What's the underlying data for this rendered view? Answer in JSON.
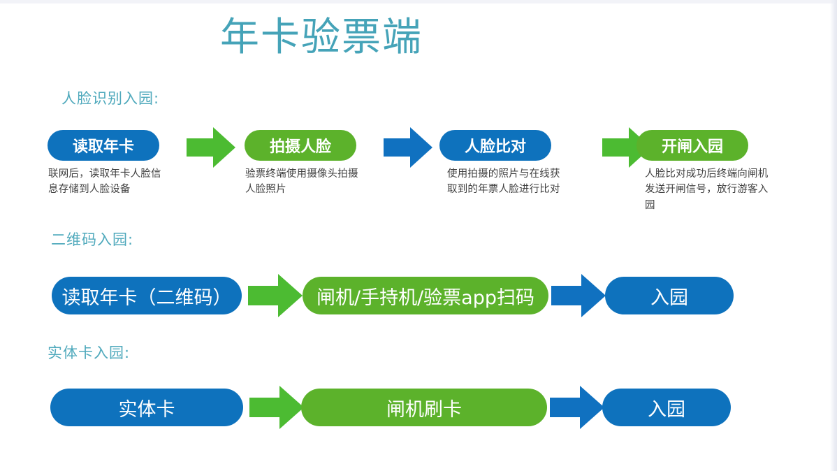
{
  "slide": {
    "title": "年卡验票端",
    "title_color": "#45A3B8",
    "background": "#ffffff"
  },
  "colors": {
    "blue": "#0E72BD",
    "green": "#5CB22B",
    "arrow_green": "#4CBB32",
    "arrow_blue": "#1071C0",
    "label_teal": "#4FA9BC",
    "desc_text": "#5a5a5a"
  },
  "sections": [
    {
      "label": "人脸识别入园:",
      "steps": [
        {
          "title": "读取年卡",
          "color": "blue",
          "desc": "联网后，读取年卡人脸信息存储到人脸设备",
          "arrow_after": "green"
        },
        {
          "title": "拍摄人脸",
          "color": "green",
          "desc": "验票终端使用摄像头拍摄人脸照片",
          "arrow_after": "blue"
        },
        {
          "title": "人脸比对",
          "color": "blue",
          "desc": "使用拍摄的照片与在线获取到的年票人脸进行比对",
          "arrow_after": "green"
        },
        {
          "title": "开闸入园",
          "color": "green",
          "desc": "人脸比对成功后终端向闸机发送开闸信号，放行游客入园",
          "arrow_after": null
        }
      ]
    },
    {
      "label": "二维码入园:",
      "steps": [
        {
          "title": "读取年卡（二维码）",
          "color": "blue",
          "desc": "",
          "arrow_after": "green"
        },
        {
          "title": "闸机/手持机/验票app扫码",
          "color": "green",
          "desc": "",
          "arrow_after": "blue"
        },
        {
          "title": "入园",
          "color": "blue",
          "desc": "",
          "arrow_after": null
        }
      ]
    },
    {
      "label": "实体卡入园:",
      "steps": [
        {
          "title": "实体卡",
          "color": "blue",
          "desc": "",
          "arrow_after": "green"
        },
        {
          "title": "闸机刷卡",
          "color": "green",
          "desc": "",
          "arrow_after": "blue"
        },
        {
          "title": "入园",
          "color": "blue",
          "desc": "",
          "arrow_after": null
        }
      ]
    }
  ]
}
